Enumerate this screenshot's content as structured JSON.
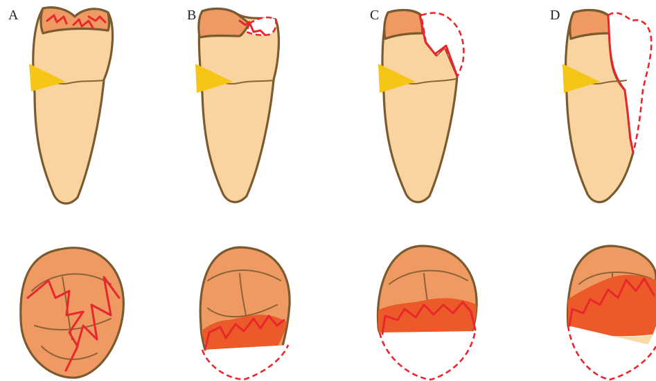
{
  "figure": {
    "panels": [
      {
        "id": "A",
        "label": "A"
      },
      {
        "id": "B",
        "label": "B"
      },
      {
        "id": "C",
        "label": "C"
      },
      {
        "id": "D",
        "label": "D"
      }
    ]
  },
  "colors": {
    "tooth_body": "#f9d3a0",
    "crown_top": "#ef9a62",
    "outline": "#7a5a2e",
    "groove": "#8a6236",
    "crack_line": "#e8262b",
    "fracture_band": "#ec5a2a",
    "exposed_dentin": "#fbd9a6",
    "cervical_wedge": "#f5c518",
    "missing_fragment": "#ffffff"
  }
}
